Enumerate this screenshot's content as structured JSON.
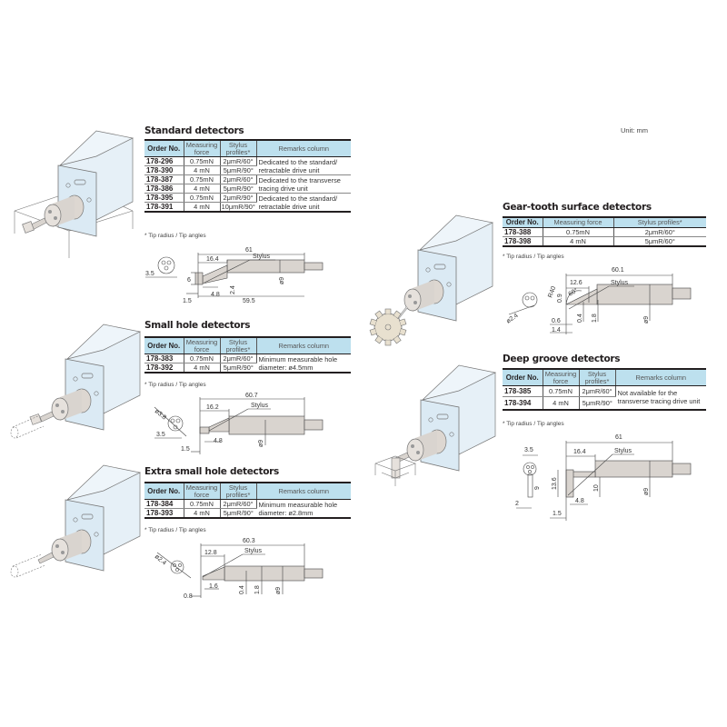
{
  "unit_label": "Unit: mm",
  "footnote": "* Tip radius / Tip angles",
  "headers": {
    "order_no": "Order No.",
    "measuring_force_1": "Measuring",
    "measuring_force_2": "force",
    "measuring_force_single": "Measuring force",
    "stylus_1": "Stylus",
    "stylus_2": "profiles*",
    "stylus_single": "Stylus profiles*",
    "remarks": "Remarks column"
  },
  "sections": {
    "standard": {
      "title": "Standard detectors",
      "rows": [
        {
          "order": "178-296",
          "force": "0.75mN",
          "stylus": "2μmR/60°"
        },
        {
          "order": "178-390",
          "force": "4 mN",
          "stylus": "5μmR/90°"
        },
        {
          "order": "178-387",
          "force": "0.75mN",
          "stylus": "2μmR/60°"
        },
        {
          "order": "178-386",
          "force": "4 mN",
          "stylus": "5μmR/90°"
        },
        {
          "order": "178-395",
          "force": "0.75mN",
          "stylus": "2μmR/90°"
        },
        {
          "order": "178-391",
          "force": "4 mN",
          "stylus": "10μmR/90°"
        }
      ],
      "remarks": [
        "Dedicated to the standard/ retractable drive unit",
        "Dedicated to the transverse tracing drive unit",
        "Dedicated to the standard/ retractable drive unit"
      ],
      "dims": {
        "overall": "61",
        "a": "16.4",
        "stylus": "Stylus",
        "h": "6",
        "tip": "3.5",
        "b": "1.5",
        "c": "4.8",
        "d": "2.4",
        "e": "59.5",
        "dia": "ø9"
      }
    },
    "small_hole": {
      "title": "Small hole detectors",
      "rows": [
        {
          "order": "178-383",
          "force": "0.75mN",
          "stylus": "2μmR/60°"
        },
        {
          "order": "178-392",
          "force": "4 mN",
          "stylus": "5μmR/90°"
        }
      ],
      "remarks": "Minimum measurable hole diameter: ø4.5mm",
      "dims": {
        "overall": "60.7",
        "a": "16.2",
        "stylus": "Stylus",
        "tipdia": "ø3.8",
        "tip": "3.5",
        "b": "1.5",
        "c": "4.8",
        "dia": "ø9"
      }
    },
    "extra_small_hole": {
      "title": "Extra small hole detectors",
      "rows": [
        {
          "order": "178-384",
          "force": "0.75mN",
          "stylus": "2μmR/60°"
        },
        {
          "order": "178-393",
          "force": "4 mN",
          "stylus": "5μmR/90°"
        }
      ],
      "remarks": "Minimum measurable hole diameter: ø2.8mm",
      "dims": {
        "overall": "60.3",
        "a": "12.8",
        "stylus": "Stylus",
        "tipdia": "ø2.4",
        "b": "0.8",
        "c": "1.6",
        "d": "0.4",
        "e": "1.8",
        "dia": "ø9"
      }
    },
    "gear_tooth": {
      "title": "Gear-tooth surface detectors",
      "rows": [
        {
          "order": "178-388",
          "force": "0.75mN",
          "stylus": "2μmR/60°"
        },
        {
          "order": "178-398",
          "force": "4 mN",
          "stylus": "5μmR/60°"
        }
      ],
      "dims": {
        "overall": "60.1",
        "a": "12.6",
        "stylus": "Stylus",
        "r": "R40",
        "h": "0.9",
        "ang": "60°",
        "tipdia": "ø2.4",
        "b": "0.6",
        "c": "1.4",
        "d": "0.4",
        "e": "1.8",
        "dia": "ø9"
      }
    },
    "deep_groove": {
      "title": "Deep groove detectors",
      "rows": [
        {
          "order": "178-385",
          "force": "0.75mN",
          "stylus": "2μmR/60°"
        },
        {
          "order": "178-394",
          "force": "4 mN",
          "stylus": "5μmR/90°"
        }
      ],
      "remarks": "Not available for the transverse tracing drive unit",
      "dims": {
        "overall": "61",
        "a": "16.4",
        "stylus": "Stylus",
        "tip": "3.5",
        "f": "9",
        "g": "13.6",
        "h": "10",
        "i": "2",
        "b": "1.5",
        "c": "4.8",
        "dia": "ø9"
      }
    }
  },
  "colors": {
    "header_bg": "#bde0ee",
    "device_body": "#dbeaf4",
    "stylus_body": "#d9d4cf",
    "gear": "#e8e0cf"
  }
}
